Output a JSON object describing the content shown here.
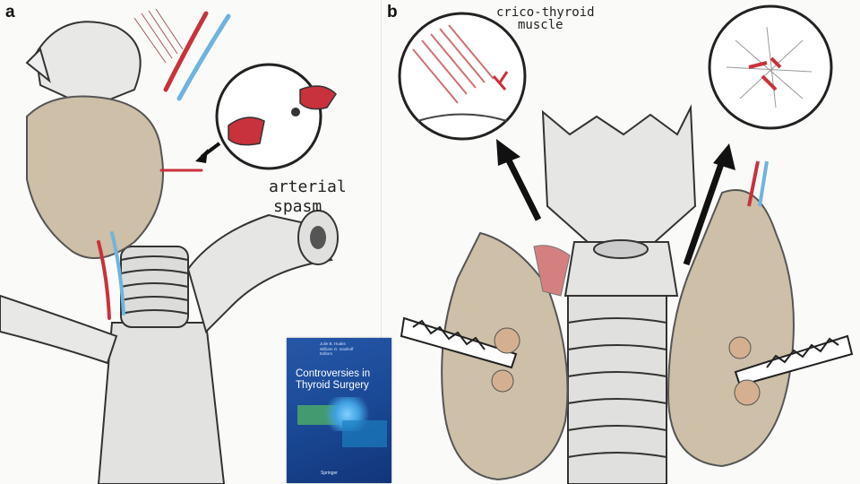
{
  "panels": {
    "a": {
      "letter": "a",
      "label_arterial": "arterial",
      "label_spasm": "spasm"
    },
    "b": {
      "letter": "b",
      "label_line1": "crico-thyroid",
      "label_line2": "muscle"
    }
  },
  "book": {
    "authors": [
      "Julie B. Huaks",
      "William G. Ivashoff",
      "Editors"
    ],
    "title": "Controversies in Thyroid Surgery",
    "publisher": "Springer"
  },
  "colors": {
    "artery": "#c8323c",
    "vein": "#6fb4e0",
    "thyroid": "#cdbfa8",
    "cartilage": "#e4e4e4",
    "cover": "#1b4b98"
  }
}
